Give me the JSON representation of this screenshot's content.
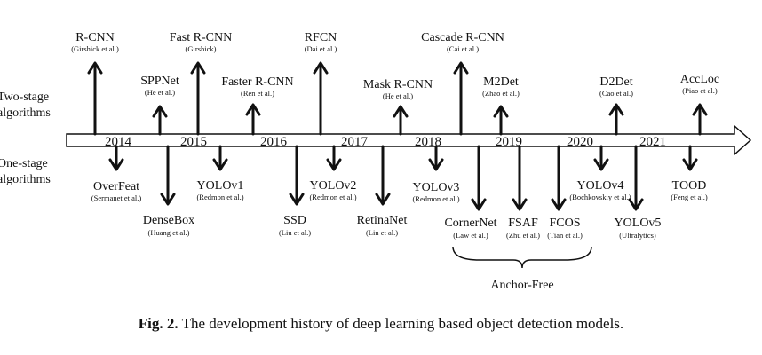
{
  "side_labels": {
    "two_stage": [
      "Two-stage",
      "algorithms"
    ],
    "one_stage": [
      "One-stage",
      "algorithms"
    ]
  },
  "years": [
    "2014",
    "2015",
    "2016",
    "2017",
    "2018",
    "2019",
    "2020",
    "2021"
  ],
  "two_stage": [
    {
      "name": "R-CNN",
      "authors": "(Girshick et al.)"
    },
    {
      "name": "SPPNet",
      "authors": "(He et al.)"
    },
    {
      "name": "Fast R-CNN",
      "authors": "(Girshick)"
    },
    {
      "name": "Faster R-CNN",
      "authors": "(Ren et al.)"
    },
    {
      "name": "RFCN",
      "authors": "(Dai et al.)"
    },
    {
      "name": "Mask R-CNN",
      "authors": "(He et al.)"
    },
    {
      "name": "Cascade R-CNN",
      "authors": "(Cai et al.)"
    },
    {
      "name": "M2Det",
      "authors": "(Zhao et al.)"
    },
    {
      "name": "D2Det",
      "authors": "(Cao et al.)"
    },
    {
      "name": "AccLoc",
      "authors": "(Piao et al.)"
    }
  ],
  "one_stage": [
    {
      "name": "OverFeat",
      "authors": "(Sermanet et al.)"
    },
    {
      "name": "DenseBox",
      "authors": "(Huang et al.)"
    },
    {
      "name": "YOLOv1",
      "authors": "(Redmon et al.)"
    },
    {
      "name": "SSD",
      "authors": "(Liu et al.)"
    },
    {
      "name": "YOLOv2",
      "authors": "(Redmon et al.)"
    },
    {
      "name": "RetinaNet",
      "authors": "(Lin et al.)"
    },
    {
      "name": "YOLOv3",
      "authors": "(Redmon et al.)"
    },
    {
      "name": "CornerNet",
      "authors": "(Law et al.)"
    },
    {
      "name": "FSAF",
      "authors": "(Zhu et al.)"
    },
    {
      "name": "FCOS",
      "authors": "(Tian et al.)"
    },
    {
      "name": "YOLOv4",
      "authors": "(Bochkovskiy et al.)"
    },
    {
      "name": "YOLOv5",
      "authors": "(Ultralytics)"
    },
    {
      "name": "TOOD",
      "authors": "(Feng et al.)"
    }
  ],
  "anchor_free_label": "Anchor-Free",
  "caption": {
    "prefix": "Fig. 2.",
    "text": "The development history of deep learning based object detection models."
  }
}
